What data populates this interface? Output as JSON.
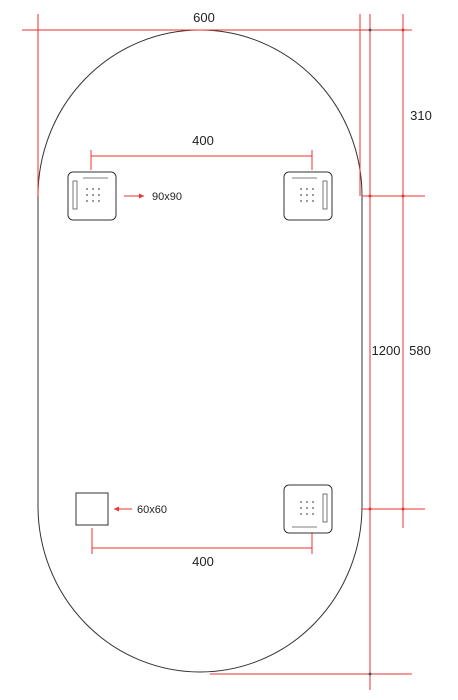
{
  "diagram": {
    "dimensions": {
      "total_width": "600",
      "top_offset": "310",
      "total_length": "1200",
      "mount_spacing_vertical": "580",
      "mount_spacing_top": "400",
      "mount_spacing_bottom": "400"
    },
    "bracket_labels": {
      "large": "90x90",
      "small": "60x60"
    },
    "colors": {
      "dimension_lines": "#e8332f",
      "outline": "#333333"
    }
  }
}
